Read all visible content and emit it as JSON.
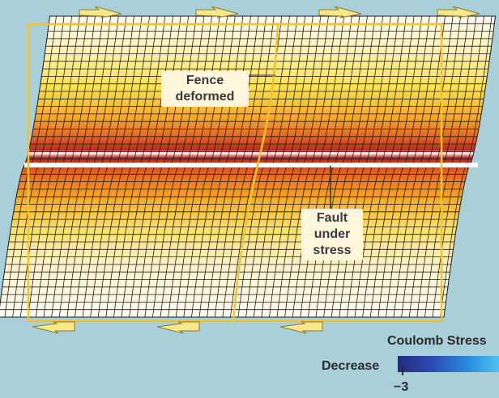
{
  "labels": {
    "fence": [
      "Fence",
      "deformed"
    ],
    "fault": [
      "Fault",
      "under",
      "stress"
    ]
  },
  "legend": {
    "title": "Coulomb Stress",
    "left_label": "Decrease",
    "min_tick": "−3"
  },
  "colors": {
    "background": "#a9cfd9",
    "fence_outline": "#f2c230",
    "arrow_fill": "#f8e88a",
    "fault_line": "#ffffff",
    "stress_high": "#b8281c",
    "stress_mid": "#f07e1c",
    "stress_low": "#fbe04a",
    "stress_none": "#fff8ea",
    "decrease_dark": "#252a7c",
    "decrease_light": "#50c1f0"
  }
}
